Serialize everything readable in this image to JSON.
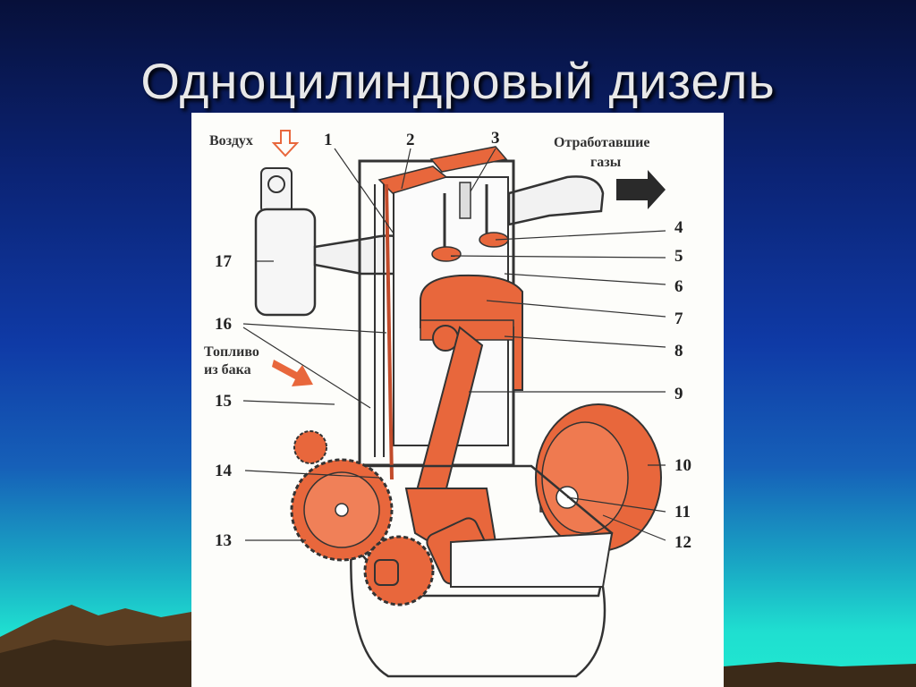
{
  "slide": {
    "title": "Одноцилиндровый дизель"
  },
  "diagram": {
    "captions": {
      "air": "Воздух",
      "exhaust_line1": "Отработавшие",
      "exhaust_line2": "газы",
      "fuel_line1": "Топливо",
      "fuel_line2": "из бака"
    },
    "callouts": [
      "1",
      "2",
      "3",
      "4",
      "5",
      "6",
      "7",
      "8",
      "9",
      "10",
      "11",
      "12",
      "13",
      "14",
      "15",
      "16",
      "17"
    ]
  },
  "colors": {
    "piston": "#e8673c",
    "outline": "#333333",
    "arrow_air": "#e8673c",
    "arrow_exhaust": "#2a2a2a"
  }
}
